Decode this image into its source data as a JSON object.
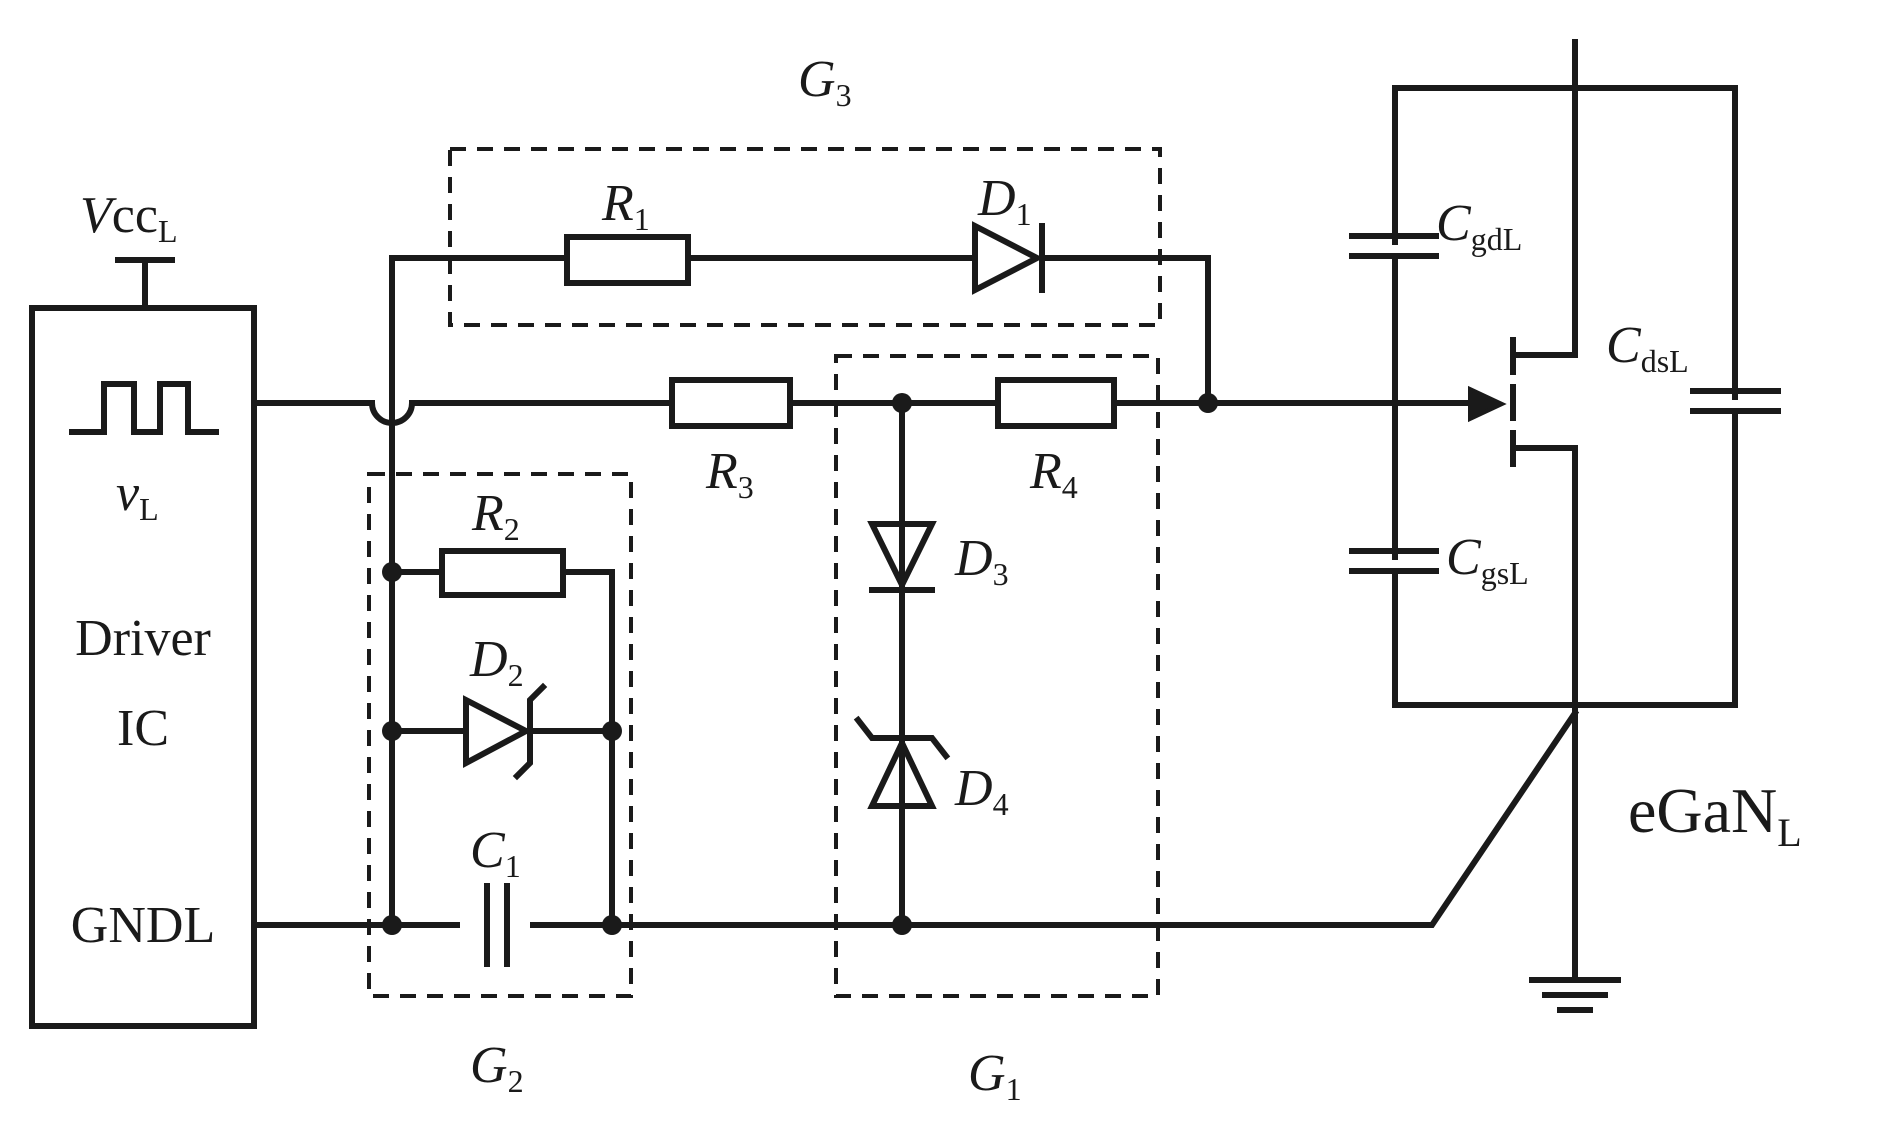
{
  "colors": {
    "line": "#1a1a1a",
    "background": "#ffffff"
  },
  "driver": {
    "supply": {
      "main": "V",
      "rest": "cc",
      "sub": "L"
    },
    "signal": {
      "main": "v",
      "sub": "L"
    },
    "ic_line1": "Driver",
    "ic_line2": "IC",
    "ground_pin": "GNDL"
  },
  "groups": {
    "g1": {
      "main": "G",
      "sub": "1"
    },
    "g2": {
      "main": "G",
      "sub": "2"
    },
    "g3": {
      "main": "G",
      "sub": "3"
    }
  },
  "components": {
    "r1": {
      "main": "R",
      "sub": "1"
    },
    "r2": {
      "main": "R",
      "sub": "2"
    },
    "r3": {
      "main": "R",
      "sub": "3"
    },
    "r4": {
      "main": "R",
      "sub": "4"
    },
    "d1": {
      "main": "D",
      "sub": "1"
    },
    "d2": {
      "main": "D",
      "sub": "2"
    },
    "d3": {
      "main": "D",
      "sub": "3"
    },
    "d4": {
      "main": "D",
      "sub": "4"
    },
    "c1": {
      "main": "C",
      "sub": "1"
    }
  },
  "transistor": {
    "cgd": {
      "main": "C",
      "sub": "gdL"
    },
    "cgs": {
      "main": "C",
      "sub": "gsL"
    },
    "cds": {
      "main": "C",
      "sub": "dsL"
    },
    "name": {
      "main": "eGaN",
      "sub": "L"
    }
  }
}
